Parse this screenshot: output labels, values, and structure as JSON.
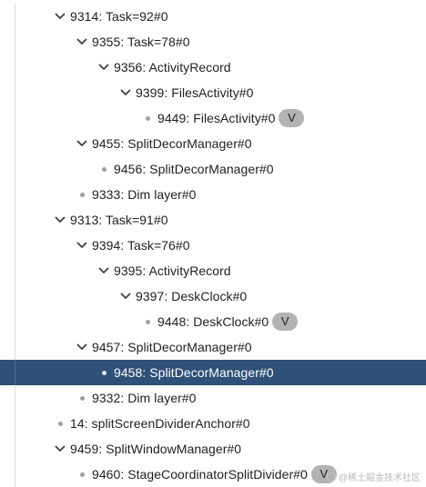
{
  "tree_rows": [
    {
      "label": "9314: Task=92#0",
      "depth": 0,
      "kind": "toggle",
      "selected": false,
      "badge": ""
    },
    {
      "label": "9355: Task=78#0",
      "depth": 1,
      "kind": "toggle",
      "selected": false,
      "badge": ""
    },
    {
      "label": "9356: ActivityRecord",
      "depth": 2,
      "kind": "toggle",
      "selected": false,
      "badge": ""
    },
    {
      "label": "9399: FilesActivity#0",
      "depth": 3,
      "kind": "toggle",
      "selected": false,
      "badge": ""
    },
    {
      "label": "9449: FilesActivity#0",
      "depth": 4,
      "kind": "leaf",
      "selected": false,
      "badge": "V"
    },
    {
      "label": "9455: SplitDecorManager#0",
      "depth": 1,
      "kind": "toggle",
      "selected": false,
      "badge": ""
    },
    {
      "label": "9456: SplitDecorManager#0",
      "depth": 2,
      "kind": "leaf",
      "selected": false,
      "badge": ""
    },
    {
      "label": "9333: Dim layer#0",
      "depth": 1,
      "kind": "leaf",
      "selected": false,
      "badge": ""
    },
    {
      "label": "9313: Task=91#0",
      "depth": 0,
      "kind": "toggle",
      "selected": false,
      "badge": ""
    },
    {
      "label": "9394: Task=76#0",
      "depth": 1,
      "kind": "toggle",
      "selected": false,
      "badge": ""
    },
    {
      "label": "9395: ActivityRecord",
      "depth": 2,
      "kind": "toggle",
      "selected": false,
      "badge": ""
    },
    {
      "label": "9397: DeskClock#0",
      "depth": 3,
      "kind": "toggle",
      "selected": false,
      "badge": ""
    },
    {
      "label": "9448: DeskClock#0",
      "depth": 4,
      "kind": "leaf",
      "selected": false,
      "badge": "V"
    },
    {
      "label": "9457: SplitDecorManager#0",
      "depth": 1,
      "kind": "toggle",
      "selected": false,
      "badge": ""
    },
    {
      "label": "9458: SplitDecorManager#0",
      "depth": 2,
      "kind": "leaf",
      "selected": true,
      "badge": ""
    },
    {
      "label": "9332: Dim layer#0",
      "depth": 1,
      "kind": "leaf",
      "selected": false,
      "badge": ""
    },
    {
      "label": "14: splitScreenDividerAnchor#0",
      "depth": 0,
      "kind": "leaf",
      "selected": false,
      "badge": ""
    },
    {
      "label": "9459: SplitWindowManager#0",
      "depth": 0,
      "kind": "toggle",
      "selected": false,
      "badge": ""
    },
    {
      "label": "9460: StageCoordinatorSplitDivider#0",
      "depth": 1,
      "kind": "leaf",
      "selected": false,
      "badge": "V"
    }
  ],
  "watermark": {
    "text": "@稀土掘金技术社区",
    "icon": "juejin-logo-icon"
  },
  "colors": {
    "selected_row_bg": "#2f5078",
    "selected_text": "#ffffff",
    "chip_bg": "#b3b3b3",
    "guide_line": "#dadce0",
    "text": "#202124"
  }
}
